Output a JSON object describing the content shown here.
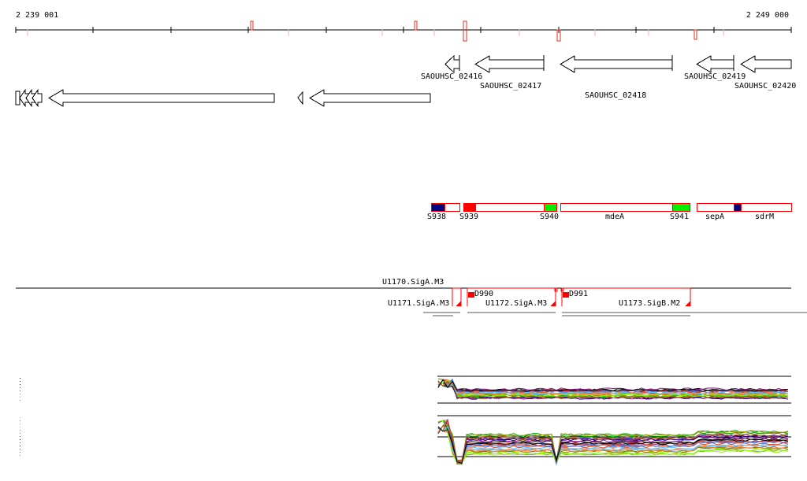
{
  "ruler": {
    "start_label": "2 239 001",
    "end_label": "2 249 000"
  },
  "genes": [
    "SAOUHSC_02416",
    "SAOUHSC_02417",
    "SAOUHSC_02418",
    "SAOUHSC_02419",
    "SAOUHSC_02420"
  ],
  "features": [
    "S938",
    "S939",
    "S940",
    "mdeA",
    "S941",
    "sepA",
    "sdrM"
  ],
  "operons": [
    "U1170.SigA.M3",
    "U1171.SigA.M3",
    "U1172.SigA.M3",
    "U1173.SigB.M2"
  ],
  "peaks": [
    "D990",
    "D991"
  ],
  "colors": {
    "feature_red": "#ff0000",
    "feature_green": "#00ee00",
    "feature_blue": "#000080"
  }
}
